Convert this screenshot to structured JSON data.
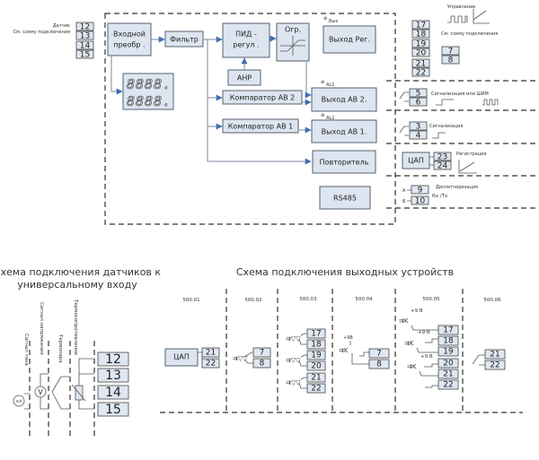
{
  "block_diagram": {
    "sensor_label": "Датчик",
    "sensor_see_label": "См. схему подключения",
    "sensor_terminals": [
      "12",
      "13",
      "14",
      "15"
    ],
    "blocks": {
      "input_converter": [
        "Входной",
        "преобр ."
      ],
      "filter": "Фильтр",
      "pid": [
        "ПИД -",
        "регул ."
      ],
      "limiter": "Огр.",
      "ahr": "АНР",
      "regulator_output": "Выход Рег.",
      "comparator_2": "Компаратор АВ 2",
      "comparator_1": "Компаратор АВ 1",
      "alarm_output_2": "Выход АВ 2.",
      "alarm_output_1": "Выход АВ 1.",
      "repeater": "Повторитель",
      "rs485": "RS485"
    },
    "display_digits": [
      "8888.",
      "8888."
    ],
    "indicator_labels": {
      "out": "Вых",
      "al1": "AL1",
      "al2": "AL2"
    },
    "control": {
      "label": "Управление",
      "see_label": "См. схему подключения",
      "terminals_main": [
        "17",
        "18",
        "19",
        "20",
        "21",
        "22"
      ],
      "terminals_aux": [
        "7",
        "8"
      ]
    },
    "alarm2": {
      "label": "Сигнализация или ШИМ",
      "terminals": [
        "5",
        "6"
      ]
    },
    "alarm1": {
      "label": "Сигнализация",
      "terminals": [
        "3",
        "4"
      ]
    },
    "dac": {
      "block": "ЦАП",
      "label": "Регистрация",
      "terminals": [
        "23",
        "24"
      ]
    },
    "rs485_port": {
      "label": "Диспетчеризация",
      "rxtx": "Rx /Tx",
      "lines": [
        "A",
        "B"
      ],
      "terminals": [
        "9",
        "10"
      ]
    }
  },
  "sensor_scheme": {
    "title": [
      "Схема подключения датчиков к",
      "универсальному входу"
    ],
    "signals": [
      "Сигнал тока",
      "Сигнал напряжения",
      "Термопара",
      "Термосопротивление"
    ],
    "meter_labels": [
      "mA",
      "V"
    ],
    "terminals": [
      "12",
      "13",
      "14",
      "15"
    ]
  },
  "output_scheme": {
    "title": "Схема подключения выходных устройств",
    "models": [
      {
        "name": "500.01",
        "block": "ЦАП",
        "terminals": [
          "21",
          "22"
        ]
      },
      {
        "name": "500.02",
        "terminals": [
          "7",
          "8"
        ]
      },
      {
        "name": "500.03",
        "terminals": [
          "17",
          "18",
          "19",
          "20",
          "21",
          "22"
        ]
      },
      {
        "name": "500.04",
        "supply": "+9В",
        "terminals": [
          "7",
          "8"
        ]
      },
      {
        "name": "500.05",
        "supply": "+9 В",
        "terminals": [
          "17",
          "18",
          "19",
          "20",
          "21",
          "22"
        ]
      },
      {
        "name": "500.06",
        "terminals": [
          "21",
          "22"
        ]
      }
    ]
  }
}
